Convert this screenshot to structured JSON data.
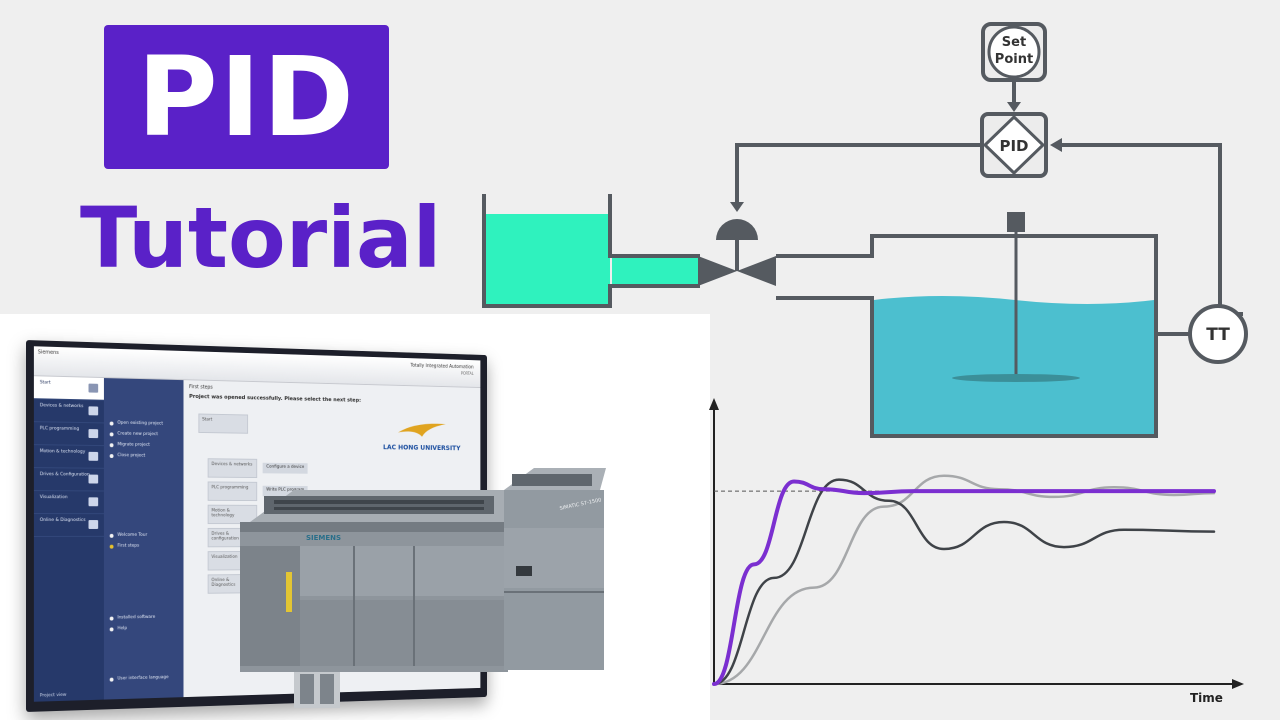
{
  "title": {
    "main": "PID",
    "sub": "Tutorial",
    "colors": {
      "accent": "#5a21c8",
      "text_on_accent": "#ffffff"
    }
  },
  "monitor": {
    "window_label": "Siemens",
    "portal_title": "Totally Integrated Automation",
    "portal_sub": "PORTAL",
    "nav": [
      {
        "label": "Start",
        "icon": "start-icon",
        "active": true
      },
      {
        "label": "Devices & networks",
        "icon": "network-icon",
        "active": false
      },
      {
        "label": "PLC programming",
        "icon": "plc-icon",
        "active": false
      },
      {
        "label": "Motion & technology",
        "icon": "motion-icon",
        "active": false
      },
      {
        "label": "Drives & Configuration",
        "icon": "drive-icon",
        "active": false
      },
      {
        "label": "Visualization",
        "icon": "visualization-icon",
        "active": false
      },
      {
        "label": "Online & Diagnostics",
        "icon": "diagnostics-icon",
        "active": false
      }
    ],
    "actions": [
      "Open existing project",
      "Create new project",
      "Migrate project",
      "Close project"
    ],
    "actions2": [
      "Welcome Tour",
      "First steps"
    ],
    "actions3": [
      "Installed software",
      "Help"
    ],
    "actions4": [
      "User interface language"
    ],
    "first_steps": "First steps",
    "project_message": "Project was opened successfully. Please select the next step:",
    "university": "LAC HONG UNIVERSITY",
    "step_start": "Start",
    "steps": [
      "Devices & networks",
      "PLC programming",
      "Motion & technology",
      "Drives & configuration",
      "Visualization",
      "Online & Diagnostics"
    ],
    "cta_configure": "Configure a device",
    "cta_write": "Write PLC program",
    "project_view": "Project view"
  },
  "plc": {
    "brand": "SIEMENS",
    "model": "SIMATIC S7-1500",
    "colors": {
      "body": "#8e959c",
      "dark": "#5f666d"
    }
  },
  "diagram": {
    "set_point_label_1": "Set",
    "set_point_label_2": "Point",
    "pid_label": "PID",
    "tt_label": "TT",
    "colors": {
      "line": "#555a60",
      "reservoir_fluid": "#2ff2be",
      "tank_fluid": "#4cbfcf"
    }
  },
  "chart_data": {
    "type": "line",
    "xlabel": "Time",
    "ylabel": "",
    "setpoint": 1.0,
    "series": [
      {
        "color": "#7b2fd0",
        "x": [
          0,
          0.8,
          1.6,
          2.2,
          3.0,
          4.0,
          10
        ],
        "y": [
          0,
          0.62,
          1.05,
          1.01,
          0.99,
          1.0,
          1.0
        ]
      },
      {
        "color": "#3f4348",
        "x": [
          0,
          1.2,
          2.5,
          3.5,
          4.6,
          5.8,
          7.0,
          8.2,
          10
        ],
        "y": [
          0,
          0.55,
          1.06,
          0.95,
          0.7,
          0.84,
          0.71,
          0.8,
          0.79
        ]
      },
      {
        "color": "#a6a8aa",
        "x": [
          0,
          2.0,
          3.4,
          4.6,
          5.7,
          6.8,
          8.0,
          9.2,
          10
        ],
        "y": [
          0,
          0.5,
          0.92,
          1.08,
          1.01,
          0.97,
          1.02,
          0.98,
          0.99
        ]
      }
    ],
    "xlim": [
      0,
      10
    ],
    "ylim": [
      0,
      1.4
    ],
    "grid": false,
    "colors": {
      "axis": "#222222",
      "setpoint": "#555555"
    }
  }
}
